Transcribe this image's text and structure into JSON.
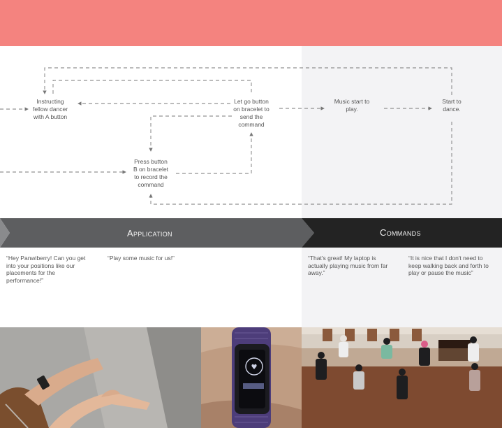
{
  "colors": {
    "banner": "#f4837f",
    "app_bar": "#5d5e60",
    "cmd_bar": "#232323",
    "panel_right": "#f3f3f5"
  },
  "flow": {
    "instructing": [
      "Instructing",
      "fellow dancer",
      "with A button"
    ],
    "let_go": [
      "Let go button",
      "on bracelet to",
      "send the",
      "command"
    ],
    "music_start": [
      "Music start to",
      "play."
    ],
    "start_dance": [
      "Start to",
      "dance."
    ],
    "press_b": [
      "Press button",
      "B on bracelet",
      "to record the",
      "command"
    ]
  },
  "sections": {
    "application": "Application",
    "commands": "Commands"
  },
  "quotes": {
    "q1": [
      "“Hey Panwiberry! Can you get",
      "into your positions like our",
      "placements for the",
      "performance!”"
    ],
    "q2": [
      "“Play some music for us!”"
    ],
    "q3": [
      "“That's great! My laptop is",
      "actually playing music from far",
      "away.”"
    ],
    "q4": [
      "“It is nice that I don't need to",
      "keep walking back and forth to",
      "play or pause the music”"
    ]
  },
  "photos": {
    "wrist": "person-pressing-bracelet",
    "tracker": "fitness-tracker-screen",
    "dancers": "group-dance-rehearsal"
  }
}
